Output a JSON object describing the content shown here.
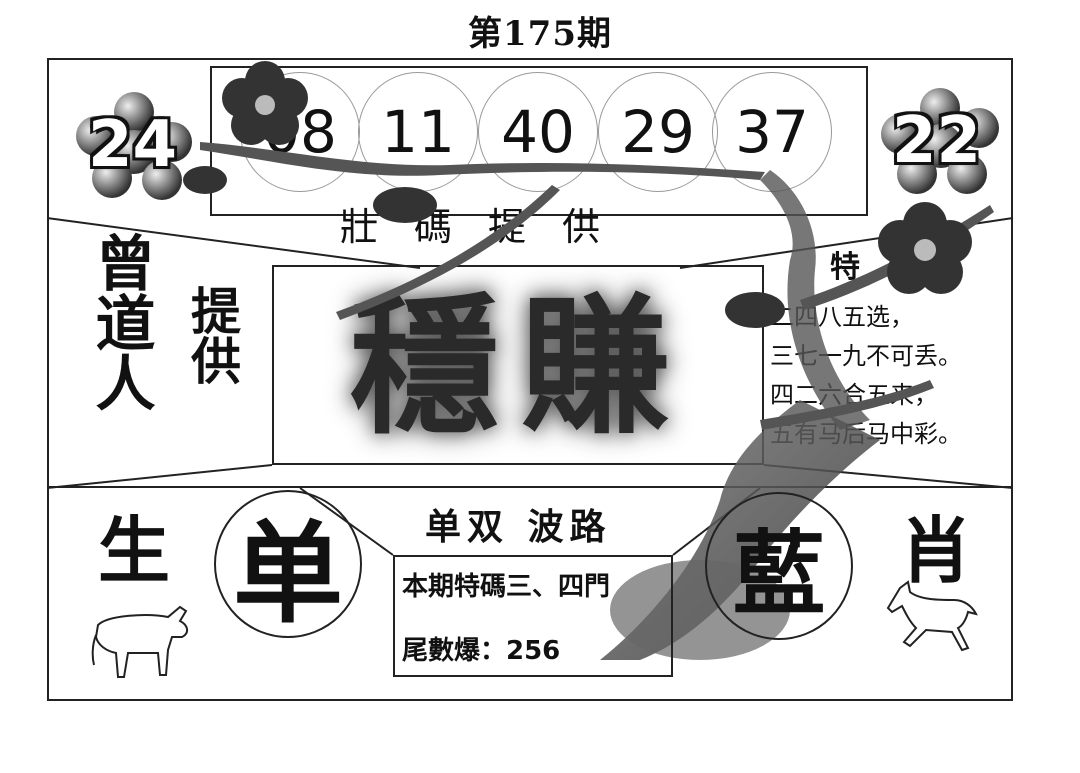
{
  "header": {
    "issue_title": "第175期"
  },
  "numbers": {
    "left_side": "24",
    "right_side": "22",
    "balls": [
      "08",
      "11",
      "40",
      "29",
      "37"
    ]
  },
  "provide_label": "壯碼提供",
  "left_column": {
    "line1": "曾道人",
    "line2": "提供"
  },
  "center": {
    "big_text": "穩賺"
  },
  "verse": {
    "heading": "特",
    "lines": [
      "二四八五选，",
      "三七一九不可丢。",
      "四二六合五来，",
      "五有马后马中彩。"
    ]
  },
  "bottom": {
    "left_char": "生",
    "circle_left": "单",
    "section_title": "单双 波路",
    "circle_right": "藍",
    "right_char": "肖",
    "info_line1": "本期特碼三、四門",
    "info_line2": "尾數爆：256"
  },
  "colors": {
    "ink": "#111111",
    "paper": "#ffffff",
    "branch": "#555555"
  }
}
